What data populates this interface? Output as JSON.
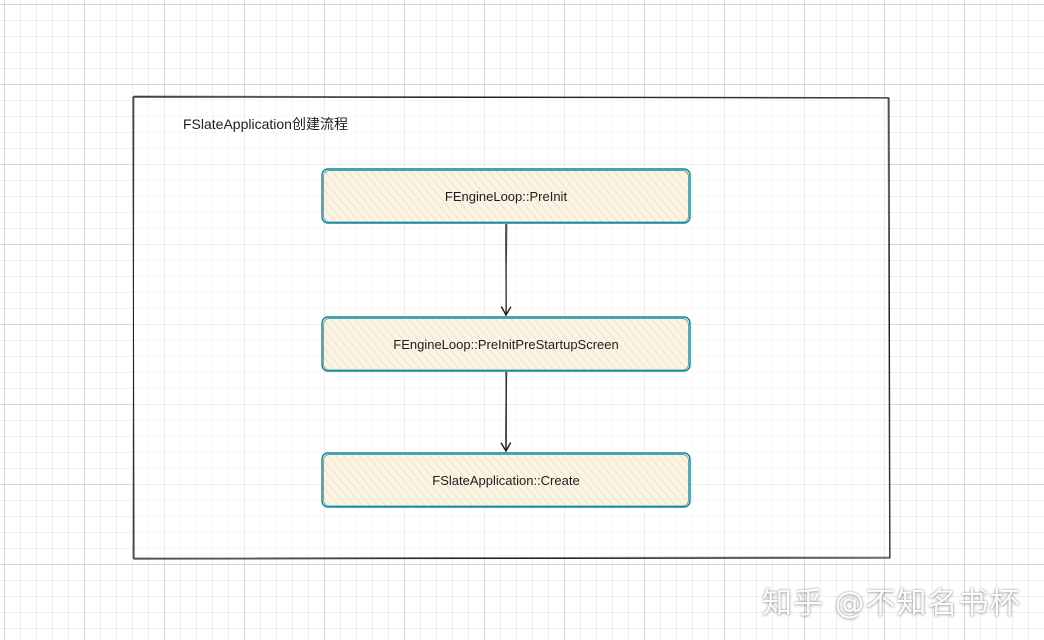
{
  "diagram": {
    "frame_title": "FSlateApplication创建流程",
    "nodes": [
      {
        "id": "preinit",
        "label": "FEngineLoop::PreInit"
      },
      {
        "id": "preinit-prestartup",
        "label": "FEngineLoop::PreInitPreStartupScreen"
      },
      {
        "id": "slate-create",
        "label": "FSlateApplication::Create"
      }
    ],
    "edges": [
      {
        "from": "preinit",
        "to": "preinit-prestartup"
      },
      {
        "from": "preinit-prestartup",
        "to": "slate-create"
      }
    ],
    "colors": {
      "node_stroke": "#0c8599",
      "node_fill": "#fbf3e4",
      "frame_stroke": "#1e1e1e",
      "text": "#1e1e1e"
    }
  },
  "watermark": {
    "text": "知乎 @不知名书杯"
  }
}
